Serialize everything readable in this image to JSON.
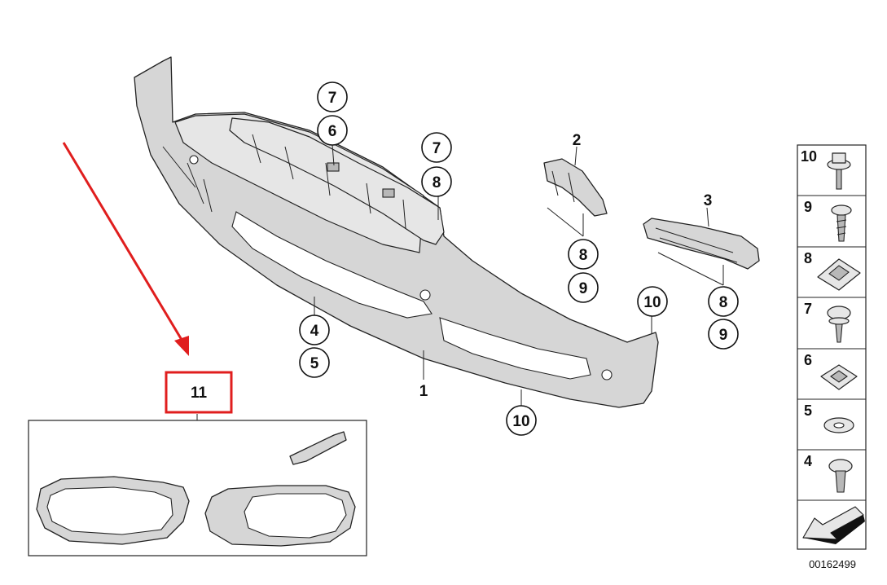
{
  "callouts": {
    "c7a": "7",
    "c6": "6",
    "c7b": "7",
    "c8a": "8",
    "c2": "2",
    "c8b": "8",
    "c9a": "9",
    "c3": "3",
    "c8c": "8",
    "c9b": "9",
    "c10a": "10",
    "c4": "4",
    "c5": "5",
    "c1": "1",
    "c10b": "10",
    "c11": "11"
  },
  "side_panel": {
    "labels": [
      "10",
      "9",
      "8",
      "7",
      "6",
      "5",
      "4"
    ]
  },
  "diagram_code": "00162499",
  "colors": {
    "highlight": "#e01e1e",
    "line": "#222222",
    "fill": "#d6d6d6"
  }
}
